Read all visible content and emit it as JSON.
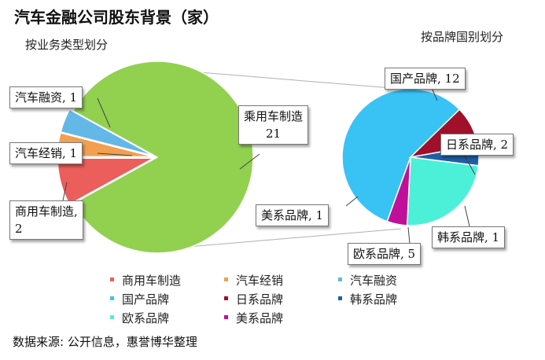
{
  "title": "汽车金融公司股东背景（家）",
  "left_subtitle": "按业务类型划分",
  "right_subtitle": "按品牌国别划分",
  "source": "数据来源: 公开信息，惠誉博华整理",
  "chart_data": [
    {
      "type": "pie",
      "title": "按业务类型划分",
      "slices": [
        {
          "label": "乘用车制造",
          "value": 21,
          "color": "#92D050"
        },
        {
          "label": "商用车制造",
          "value": 2,
          "color": "#EB5E5B"
        },
        {
          "label": "汽车经销",
          "value": 1,
          "color": "#F0A050"
        },
        {
          "label": "汽车融资",
          "value": 1,
          "color": "#63B8E8"
        }
      ]
    },
    {
      "type": "pie",
      "title": "按品牌国别划分",
      "slices": [
        {
          "label": "国产品牌",
          "value": 12,
          "color": "#39C3F5"
        },
        {
          "label": "日系品牌",
          "value": 2,
          "color": "#A0102A"
        },
        {
          "label": "韩系品牌",
          "value": 1,
          "color": "#1F5FA8"
        },
        {
          "label": "欧系品牌",
          "value": 5,
          "color": "#4CF0D8"
        },
        {
          "label": "美系品牌",
          "value": 1,
          "color": "#C0109A"
        }
      ]
    }
  ],
  "callouts": {
    "lf_car": "乘用车制造",
    "lf_car_val": "21",
    "lf_comm": "商用车制造,",
    "lf_comm_val": "2",
    "lf_dealer": "汽车经销, 1",
    "lf_finance": "汽车融资, 1",
    "rt_domestic": "国产品牌, 12",
    "rt_japan": "日系品牌, 2",
    "rt_korea": "韩系品牌, 1",
    "rt_europe": "欧系品牌, 5",
    "rt_us": "美系品牌, 1"
  },
  "legend": [
    {
      "label": "商用车制造",
      "color": "#EB5E5B"
    },
    {
      "label": "汽车经销",
      "color": "#F0A050"
    },
    {
      "label": "汽车融资",
      "color": "#63B8E8"
    },
    {
      "label": "国产品牌",
      "color": "#39C3F5"
    },
    {
      "label": "日系品牌",
      "color": "#A0102A"
    },
    {
      "label": "韩系品牌",
      "color": "#1F5FA8"
    },
    {
      "label": "欧系品牌",
      "color": "#4CF0D8"
    },
    {
      "label": "美系品牌",
      "color": "#C0109A"
    }
  ]
}
